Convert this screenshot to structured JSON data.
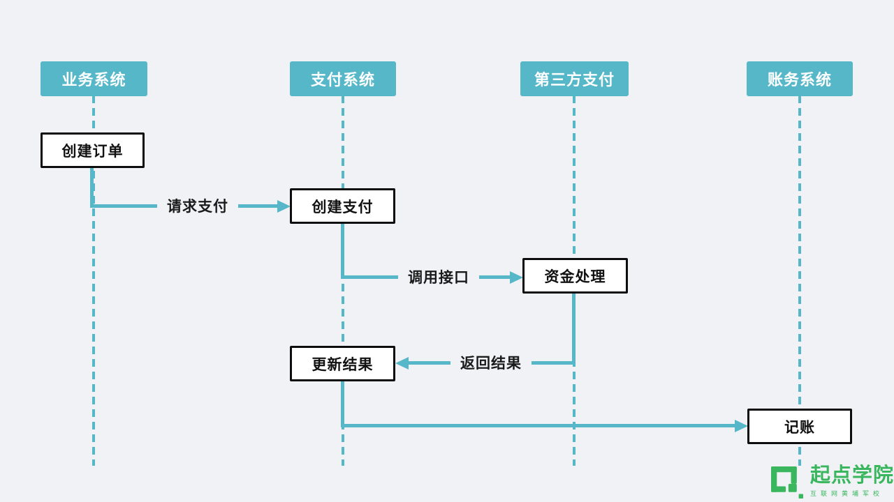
{
  "colors": {
    "background": "#f0f2f5",
    "teal": "#55b7c8",
    "box_border": "#0d0d0d",
    "box_fill": "#ffffff",
    "header_text": "#ffffff",
    "label_text": "#1a1a1a",
    "logo_green": "#3ab75e"
  },
  "diagram": {
    "actors": [
      {
        "label": "业务系统"
      },
      {
        "label": "支付系统"
      },
      {
        "label": "第三方支付"
      },
      {
        "label": "账务系统"
      }
    ],
    "tasks": [
      {
        "label": "创建订单"
      },
      {
        "label": "创建支付"
      },
      {
        "label": "资金处理"
      },
      {
        "label": "更新结果"
      },
      {
        "label": "记账"
      }
    ],
    "messages": [
      {
        "label": "请求支付",
        "from": "业务系统",
        "to": "支付系统"
      },
      {
        "label": "调用接口",
        "from": "支付系统",
        "to": "第三方支付"
      },
      {
        "label": "返回结果",
        "from": "第三方支付",
        "to": "支付系统"
      },
      {
        "label": "",
        "from": "支付系统",
        "to": "账务系统"
      }
    ]
  },
  "logo": {
    "name": "起点学院",
    "tagline": "互联网黄埔军校"
  }
}
